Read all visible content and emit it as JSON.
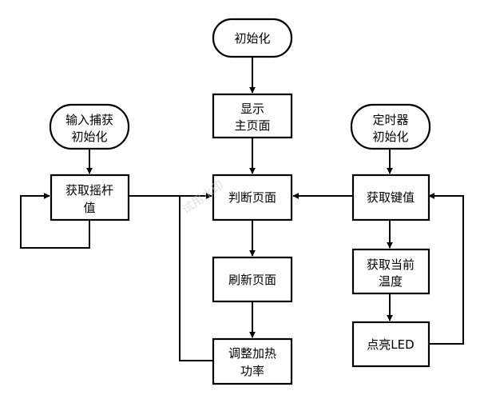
{
  "nodes": {
    "init": "初始化",
    "show_main_1": "显示",
    "show_main_2": "主页面",
    "judge_page": "判断页面",
    "refresh_page": "刷新页面",
    "adjust_power_1": "调整加热",
    "adjust_power_2": "功率",
    "input_capture_init_1": "输入捕获",
    "input_capture_init_2": "初始化",
    "get_joystick_1": "获取摇杆",
    "get_joystick_2": "值",
    "timer_init_1": "定时器",
    "timer_init_2": "初始化",
    "get_key": "获取键值",
    "get_temp_1": "获取当前",
    "get_temp_2": "温度",
    "light_led": "点亮LED"
  },
  "watermark": "试用水印"
}
